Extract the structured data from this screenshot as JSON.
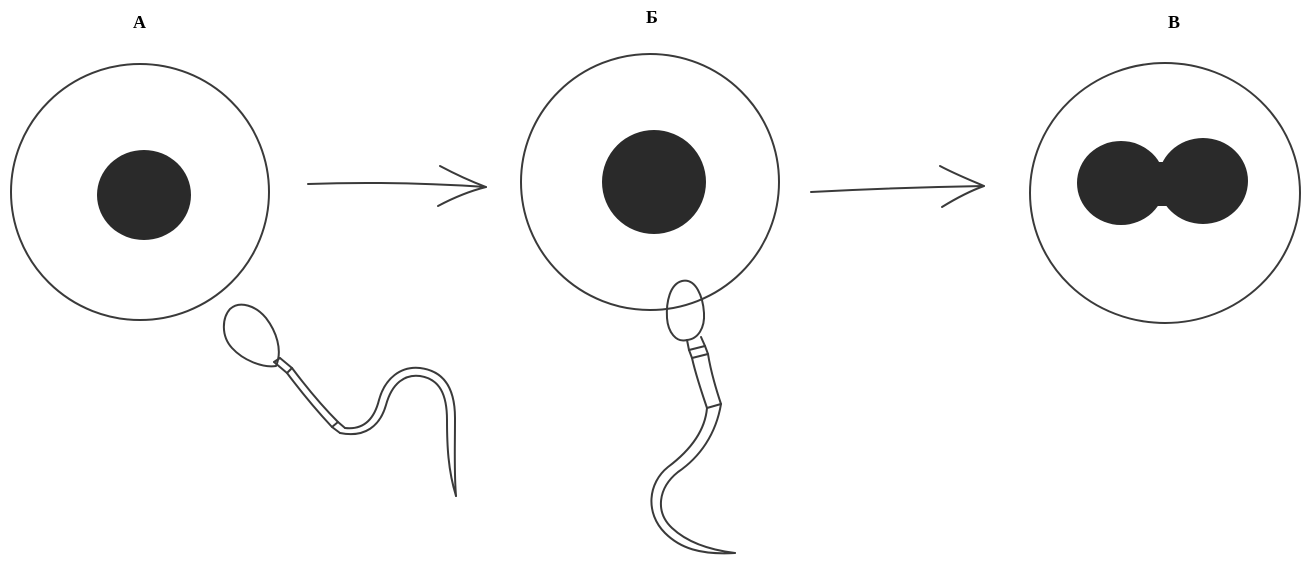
{
  "stages": [
    {
      "id": "a",
      "label": "А"
    },
    {
      "id": "b",
      "label": "Б"
    },
    {
      "id": "c",
      "label": "В"
    }
  ],
  "colors": {
    "outline": "#3a3a3a",
    "nucleus": "#2a2a2a",
    "background": "#ffffff"
  },
  "icons": {
    "egg_cell": "egg-cell-icon",
    "nucleus": "nucleus-icon",
    "sperm": "sperm-icon",
    "arrow": "arrow-right-icon"
  }
}
